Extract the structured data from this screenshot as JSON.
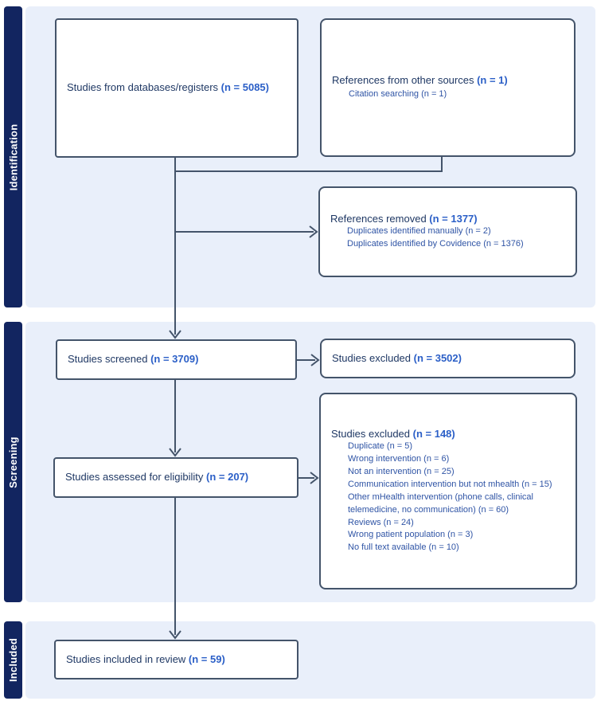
{
  "diagram": {
    "type": "prisma-flow",
    "stages": [
      {
        "label": "Identification"
      },
      {
        "label": "Screening"
      },
      {
        "label": "Included"
      }
    ],
    "boxes": {
      "databases": {
        "label": "Studies from databases/registers ",
        "count": "(n = 5085)"
      },
      "other_sources": {
        "label": "References from other sources ",
        "count": "(n = 1)",
        "sub_items": [
          "Citation searching (n = 1)"
        ]
      },
      "references_removed": {
        "label": "References removed ",
        "count": "(n = 1377)",
        "sub_items": [
          "Duplicates identified manually (n = 2)",
          "Duplicates identified by Covidence (n = 1376)"
        ]
      },
      "screened": {
        "label": "Studies screened ",
        "count": "(n = 3709)"
      },
      "excluded_screening": {
        "label": "Studies excluded ",
        "count": "(n = 3502)"
      },
      "assessed": {
        "label": "Studies assessed for eligibility ",
        "count": "(n = 207)"
      },
      "excluded_eligibility": {
        "label": "Studies excluded ",
        "count": "(n = 148)",
        "sub_items": [
          "Duplicate (n = 5)",
          "Wrong intervention (n = 6)",
          "Not an intervention (n = 25)",
          "Communication intervention but not mhealth (n = 15)",
          "Other mHealth intervention (phone calls, clinical telemedicine, no communication) (n = 60)",
          "Reviews (n = 24)",
          "Wrong patient population (n = 3)",
          "No full text available (n = 10)"
        ]
      },
      "included": {
        "label": "Studies included in review ",
        "count": "(n = 59)"
      }
    },
    "colors": {
      "stage_bar_bg": "#122560",
      "stage_bar_text": "#ffffff",
      "section_bg": "#e9effa",
      "box_border": "#44546a",
      "arrow": "#44546a",
      "main_text": "#1f3864",
      "count_text": "#2b5fc7",
      "sub_item_text": "#2f54a5"
    }
  }
}
